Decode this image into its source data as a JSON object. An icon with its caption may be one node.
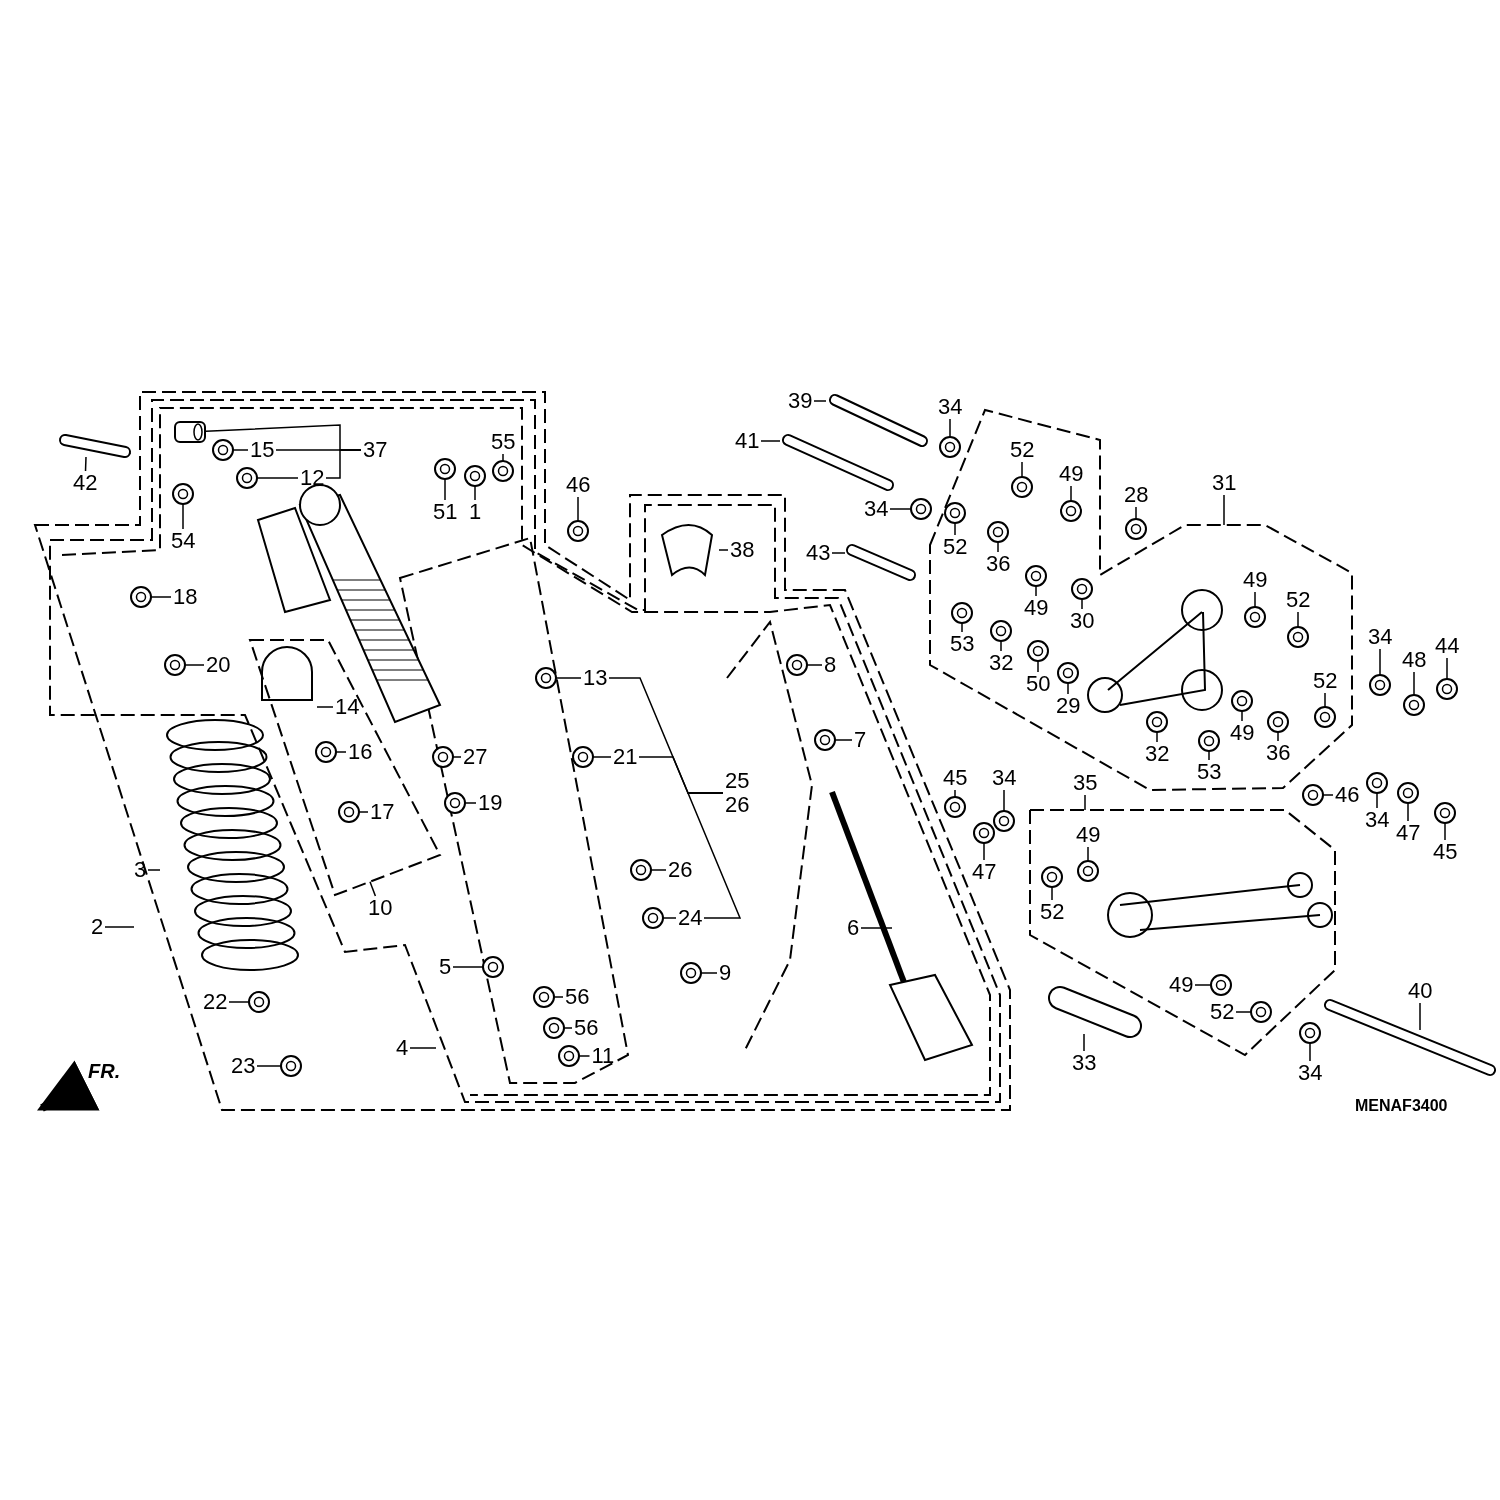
{
  "diagram": {
    "nodes": [
      {
        "text": [
          "42"
        ]
      },
      {
        "text": [
          "54"
        ]
      },
      {
        "text": [
          "15"
        ]
      },
      {
        "text": [
          "37"
        ]
      },
      {
        "text": [
          "12"
        ]
      },
      {
        "text": [
          "51"
        ]
      },
      {
        "text": [
          "1"
        ]
      },
      {
        "text": [
          "55"
        ]
      },
      {
        "text": [
          "46"
        ]
      },
      {
        "text": [
          "38"
        ]
      },
      {
        "text": [
          "18"
        ]
      },
      {
        "text": [
          "20"
        ]
      },
      {
        "text": [
          "14"
        ],
        "in": 13
      },
      {
        "text": [],
        "shape": "box"
      },
      {
        "text": [
          "16"
        ],
        "in": 13
      },
      {
        "text": [
          "17"
        ],
        "in": 13
      },
      {
        "text": [
          "27"
        ]
      },
      {
        "text": [
          "19"
        ]
      },
      {
        "text": [
          "13"
        ]
      },
      {
        "text": [
          "21"
        ]
      },
      {
        "text": [
          "25",
          "26"
        ]
      },
      {
        "text": [
          "26"
        ]
      },
      {
        "text": [
          "24"
        ]
      },
      {
        "text": [
          "8"
        ]
      },
      {
        "text": [
          "7"
        ]
      },
      {
        "text": [
          "6"
        ]
      },
      {
        "text": [
          "9"
        ]
      },
      {
        "text": [
          "3"
        ]
      },
      {
        "text": [
          "2"
        ]
      },
      {
        "text": [
          "10"
        ]
      },
      {
        "text": [
          "22"
        ]
      },
      {
        "text": [
          "23"
        ]
      },
      {
        "text": [
          "5"
        ]
      },
      {
        "text": [
          "56"
        ]
      },
      {
        "text": [
          "56"
        ]
      },
      {
        "text": [
          "11"
        ]
      },
      {
        "text": [
          "4"
        ]
      },
      {
        "text": [
          "39"
        ]
      },
      {
        "text": [
          "41"
        ]
      },
      {
        "text": [
          "34"
        ]
      },
      {
        "text": [
          "34"
        ]
      },
      {
        "text": [
          "43"
        ]
      },
      {
        "text": [
          "28"
        ]
      },
      {
        "text": [
          "31"
        ]
      },
      {
        "text": [],
        "shape": "box"
      },
      {
        "text": [
          "52"
        ],
        "in": 44
      },
      {
        "text": [
          "49"
        ],
        "in": 44
      },
      {
        "text": [
          "52"
        ],
        "in": 44
      },
      {
        "text": [
          "36"
        ],
        "in": 44
      },
      {
        "text": [
          "49"
        ],
        "in": 44
      },
      {
        "text": [
          "30"
        ],
        "in": 44
      },
      {
        "text": [
          "53"
        ],
        "in": 44
      },
      {
        "text": [
          "32"
        ],
        "in": 44
      },
      {
        "text": [
          "50"
        ],
        "in": 44
      },
      {
        "text": [
          "29"
        ],
        "in": 44
      },
      {
        "text": [
          "49"
        ],
        "in": 44
      },
      {
        "text": [
          "52"
        ],
        "in": 44
      },
      {
        "text": [
          "49"
        ],
        "in": 44
      },
      {
        "text": [
          "52"
        ],
        "in": 44
      },
      {
        "text": [
          "32"
        ],
        "in": 44
      },
      {
        "text": [
          "53"
        ],
        "in": 44
      },
      {
        "text": [
          "36"
        ],
        "in": 44
      },
      {
        "text": [
          "34"
        ]
      },
      {
        "text": [
          "48"
        ]
      },
      {
        "text": [
          "44"
        ]
      },
      {
        "text": [
          "46"
        ]
      },
      {
        "text": [
          "34"
        ]
      },
      {
        "text": [
          "47"
        ]
      },
      {
        "text": [
          "45"
        ]
      },
      {
        "text": [
          "45"
        ]
      },
      {
        "text": [
          "34"
        ]
      },
      {
        "text": [
          "47"
        ]
      },
      {
        "text": [
          "35"
        ]
      },
      {
        "text": [],
        "shape": "box"
      },
      {
        "text": [
          "49"
        ],
        "in": 73
      },
      {
        "text": [
          "52"
        ],
        "in": 73
      },
      {
        "text": [
          "49"
        ],
        "in": 73
      },
      {
        "text": [
          "52"
        ],
        "in": 73
      },
      {
        "text": [
          "33"
        ]
      },
      {
        "text": [
          "40"
        ]
      },
      {
        "text": [
          "34"
        ]
      },
      {
        "text": [],
        "shape": "cylinder"
      },
      {
        "text": [],
        "shape": "circle"
      },
      {
        "text": [],
        "shape": "circle"
      },
      {
        "text": [],
        "shape": "circle"
      },
      {
        "text": [],
        "shape": "circle"
      },
      {
        "text": [],
        "shape": "circle"
      },
      {
        "text": [],
        "shape": "circle"
      },
      {
        "text": [],
        "shape": "circle"
      },
      {
        "text": [],
        "shape": "circle"
      },
      {
        "text": [],
        "shape": "circle"
      },
      {
        "text": [],
        "shape": "circle",
        "in": 13
      },
      {
        "text": [],
        "shape": "circle",
        "in": 13
      },
      {
        "text": [],
        "shape": "circle"
      },
      {
        "text": [],
        "shape": "circle"
      },
      {
        "text": [],
        "shape": "circle"
      },
      {
        "text": [],
        "shape": "circle"
      },
      {
        "text": [],
        "shape": "circle"
      },
      {
        "text": [],
        "shape": "circle"
      },
      {
        "text": [],
        "shape": "circle"
      },
      {
        "text": [],
        "shape": "circle"
      },
      {
        "text": [],
        "shape": "circle"
      },
      {
        "text": [],
        "shape": "circle"
      },
      {
        "text": [],
        "shape": "circle"
      },
      {
        "text": [],
        "shape": "circle"
      },
      {
        "text": [],
        "shape": "circle"
      },
      {
        "text": [],
        "shape": "circle"
      },
      {
        "text": [],
        "shape": "circle"
      },
      {
        "text": [],
        "shape": "circle"
      },
      {
        "text": [],
        "shape": "circle"
      },
      {
        "text": [],
        "shape": "circle"
      },
      {
        "text": [],
        "shape": "circle",
        "in": 44
      },
      {
        "text": [],
        "shape": "circle",
        "in": 44
      },
      {
        "text": [],
        "shape": "circle",
        "in": 44
      },
      {
        "text": [],
        "shape": "circle",
        "in": 44
      },
      {
        "text": [],
        "shape": "circle",
        "in": 44
      },
      {
        "text": [],
        "shape": "circle",
        "in": 44
      },
      {
        "text": [],
        "shape": "circle",
        "in": 44
      },
      {
        "text": [],
        "shape": "circle",
        "in": 44
      },
      {
        "text": [],
        "shape": "circle",
        "in": 44
      },
      {
        "text": [],
        "shape": "circle",
        "in": 44
      },
      {
        "text": [],
        "shape": "circle",
        "in": 44
      },
      {
        "text": [],
        "shape": "circle",
        "in": 44
      },
      {
        "text": [],
        "shape": "circle",
        "in": 44
      },
      {
        "text": [],
        "shape": "circle",
        "in": 44
      },
      {
        "text": [],
        "shape": "circle",
        "in": 44
      },
      {
        "text": [],
        "shape": "circle",
        "in": 44
      },
      {
        "text": [],
        "shape": "circle",
        "in": 44
      },
      {
        "text": [],
        "shape": "circle"
      },
      {
        "text": [],
        "shape": "circle"
      },
      {
        "text": [],
        "shape": "circle"
      },
      {
        "text": [],
        "shape": "circle"
      },
      {
        "text": [],
        "shape": "circle"
      },
      {
        "text": [],
        "shape": "circle"
      },
      {
        "text": [],
        "shape": "circle"
      },
      {
        "text": [],
        "shape": "circle"
      },
      {
        "text": [],
        "shape": "circle"
      },
      {
        "text": [],
        "shape": "circle"
      },
      {
        "text": [],
        "shape": "circle",
        "in": 73
      },
      {
        "text": [],
        "shape": "circle",
        "in": 73
      },
      {
        "text": [],
        "shape": "circle",
        "in": 73
      },
      {
        "text": [],
        "shape": "circle",
        "in": 73
      },
      {
        "text": [],
        "shape": "circle"
      }
    ],
    "edges": [
      {
        "from": 0,
        "to": null,
        "arrow": "none"
      },
      {
        "from": 1,
        "to": 82,
        "arrow": "none"
      },
      {
        "from": 2,
        "to": 83,
        "arrow": "none"
      },
      {
        "from": 3,
        "to": 81,
        "arrow": "none"
      },
      {
        "from": 4,
        "to": 84,
        "arrow": "none"
      },
      {
        "from": 5,
        "to": 85,
        "arrow": "none"
      },
      {
        "from": 6,
        "to": 86,
        "arrow": "none"
      },
      {
        "from": 7,
        "to": 87,
        "arrow": "none"
      },
      {
        "from": 8,
        "to": 88,
        "arrow": "none"
      },
      {
        "from": 9,
        "to": null,
        "arrow": "none"
      },
      {
        "from": 10,
        "to": 89,
        "arrow": "none"
      },
      {
        "from": 11,
        "to": 90,
        "arrow": "none"
      },
      {
        "from": 12,
        "to": null,
        "arrow": "none"
      },
      {
        "from": 14,
        "to": 91,
        "arrow": "none"
      },
      {
        "from": 15,
        "to": 92,
        "arrow": "none"
      },
      {
        "from": 16,
        "to": 93,
        "arrow": "none"
      },
      {
        "from": 17,
        "to": 94,
        "arrow": "none"
      },
      {
        "from": 18,
        "to": 95,
        "arrow": "none"
      },
      {
        "from": 19,
        "to": 96,
        "arrow": "none"
      },
      {
        "from": 20,
        "to": 18,
        "arrow": "none"
      },
      {
        "from": 21,
        "to": 97,
        "arrow": "none"
      },
      {
        "from": 22,
        "to": 98,
        "arrow": "none"
      },
      {
        "from": 23,
        "to": 99,
        "arrow": "none"
      },
      {
        "from": 24,
        "to": 100,
        "arrow": "none"
      },
      {
        "from": 25,
        "to": null,
        "arrow": "none"
      },
      {
        "from": 26,
        "to": 101,
        "arrow": "none"
      },
      {
        "from": 27,
        "to": null,
        "arrow": "none"
      },
      {
        "from": 28,
        "to": null,
        "arrow": "none"
      },
      {
        "from": 29,
        "to": 13,
        "arrow": "none"
      },
      {
        "from": 30,
        "to": 102,
        "arrow": "none"
      },
      {
        "from": 31,
        "to": 103,
        "arrow": "none"
      },
      {
        "from": 32,
        "to": 104,
        "arrow": "none"
      },
      {
        "from": 33,
        "to": 105,
        "arrow": "none"
      },
      {
        "from": 34,
        "to": 106,
        "arrow": "none"
      },
      {
        "from": 35,
        "to": 107,
        "arrow": "none"
      },
      {
        "from": 36,
        "to": null,
        "arrow": "none"
      },
      {
        "from": 37,
        "to": null,
        "arrow": "none"
      },
      {
        "from": 38,
        "to": null,
        "arrow": "none"
      },
      {
        "from": 39,
        "to": 108,
        "arrow": "none"
      },
      {
        "from": 40,
        "to": 109,
        "arrow": "none"
      },
      {
        "from": 41,
        "to": null,
        "arrow": "none"
      },
      {
        "from": 42,
        "to": 110,
        "arrow": "none"
      },
      {
        "from": 43,
        "to": 44,
        "arrow": "none"
      },
      {
        "from": 45,
        "to": 111,
        "arrow": "none"
      },
      {
        "from": 46,
        "to": 112,
        "arrow": "none"
      },
      {
        "from": 47,
        "to": 113,
        "arrow": "none"
      },
      {
        "from": 48,
        "to": 114,
        "arrow": "none"
      },
      {
        "from": 49,
        "to": 115,
        "arrow": "none"
      },
      {
        "from": 50,
        "to": 116,
        "arrow": "none"
      },
      {
        "from": 51,
        "to": 117,
        "arrow": "none"
      },
      {
        "from": 52,
        "to": 118,
        "arrow": "none"
      },
      {
        "from": 53,
        "to": 119,
        "arrow": "none"
      },
      {
        "from": 54,
        "to": 120,
        "arrow": "none"
      },
      {
        "from": 55,
        "to": 121,
        "arrow": "none"
      },
      {
        "from": 56,
        "to": 122,
        "arrow": "none"
      },
      {
        "from": 57,
        "to": 123,
        "arrow": "none"
      },
      {
        "from": 58,
        "to": 124,
        "arrow": "none"
      },
      {
        "from": 59,
        "to": 125,
        "arrow": "none"
      },
      {
        "from": 60,
        "to": 126,
        "arrow": "none"
      },
      {
        "from": 61,
        "to": 127,
        "arrow": "none"
      },
      {
        "from": 62,
        "to": 128,
        "arrow": "none"
      },
      {
        "from": 63,
        "to": 129,
        "arrow": "none"
      },
      {
        "from": 64,
        "to": 130,
        "arrow": "none"
      },
      {
        "from": 65,
        "to": 131,
        "arrow": "none"
      },
      {
        "from": 66,
        "to": 132,
        "arrow": "none"
      },
      {
        "from": 67,
        "to": 133,
        "arrow": "none"
      },
      {
        "from": 68,
        "to": 134,
        "arrow": "none"
      },
      {
        "from": 69,
        "to": 135,
        "arrow": "none"
      },
      {
        "from": 70,
        "to": 136,
        "arrow": "none"
      },
      {
        "from": 71,
        "to": 137,
        "arrow": "none"
      },
      {
        "from": 72,
        "to": 73,
        "arrow": "none"
      },
      {
        "from": 74,
        "to": 138,
        "arrow": "none"
      },
      {
        "from": 75,
        "to": 139,
        "arrow": "none"
      },
      {
        "from": 76,
        "to": 140,
        "arrow": "none"
      },
      {
        "from": 77,
        "to": 141,
        "arrow": "none"
      },
      {
        "from": 78,
        "to": null,
        "arrow": "none"
      },
      {
        "from": 79,
        "to": null,
        "arrow": "none"
      },
      {
        "from": 80,
        "to": 142,
        "arrow": "none"
      },
      {
        "from": 3,
        "to": 2,
        "arrow": "none"
      },
      {
        "from": 3,
        "to": 4,
        "arrow": "none"
      },
      {
        "from": 20,
        "to": 19,
        "arrow": "none"
      },
      {
        "from": 20,
        "to": 22,
        "arrow": "none"
      }
    ],
    "labels": [
      "FR.",
      "MENAF3400"
    ]
  }
}
